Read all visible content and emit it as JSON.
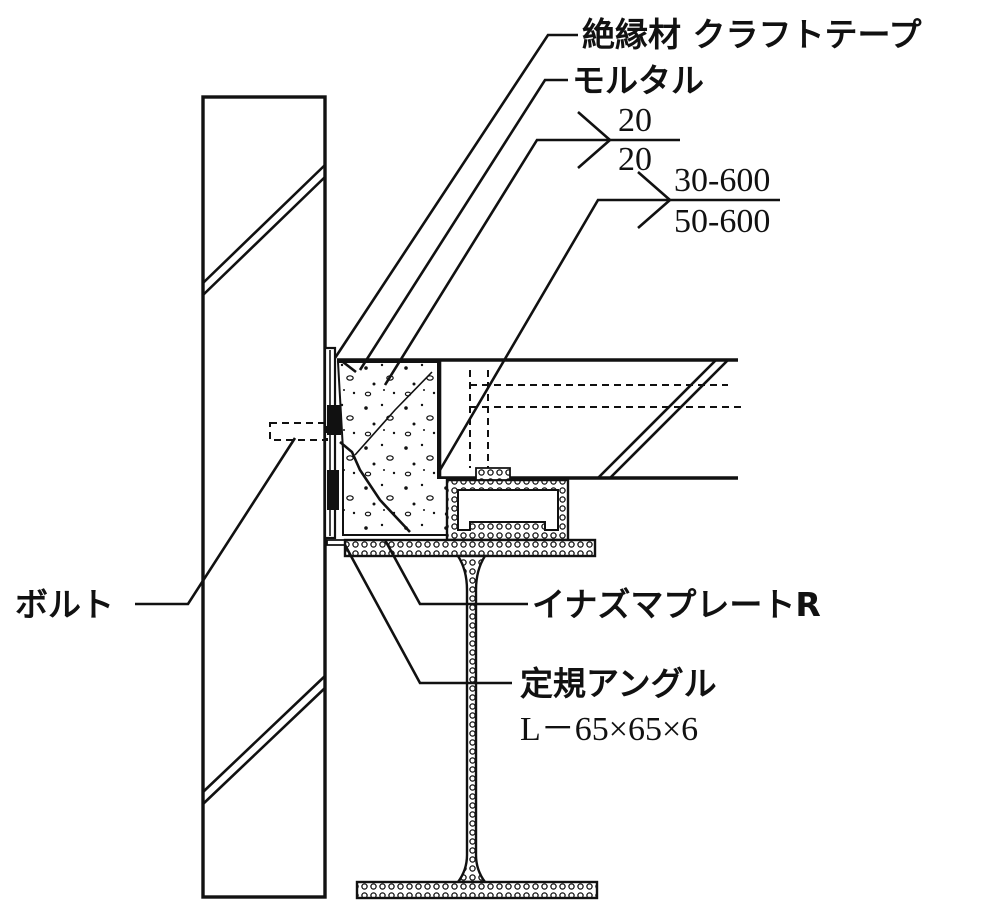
{
  "labels": {
    "insulation": "絶縁材 クラフトテープ",
    "mortar": "モルタル",
    "weld1_top": "20",
    "weld1_bottom": "20",
    "weld2_top": "30-600",
    "weld2_bottom": "50-600",
    "bolt": "ボルト",
    "plate": "イナズマプレートR",
    "angle": "定規アングル",
    "angle_size": "L－65×65×6"
  },
  "colors": {
    "ink": "#111111",
    "paper": "#ffffff"
  }
}
